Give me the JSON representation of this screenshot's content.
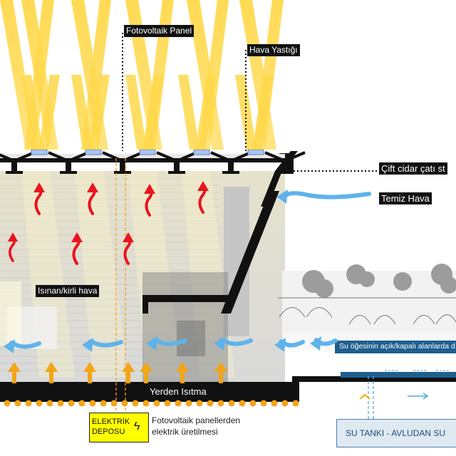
{
  "labels": {
    "pv_panel": "Fotovoltaik Panel",
    "air_cushion": "Hava Yastığı",
    "double_roof": "Çift cidar çatı st",
    "clean_air": "Temiz Hava",
    "heated_air": "Isınan/kirli hava",
    "water_element": "Su öğesinin açık/kapalı alanlarda d",
    "floor_heating": "Yerden Isıtma",
    "pv_note_line1": "Fotovoltaik panellerden",
    "pv_note_line2": "elektrik üretilmesi"
  },
  "electric_storage": {
    "line1": "ELEKTRİK",
    "line2": "DEPOSU",
    "icon": "lightning-bolt-icon"
  },
  "water_tank": {
    "label": "SU TANKI - AVLUDAN SU"
  },
  "colors": {
    "sun_ray": "#ffd84a",
    "hot_air": "#e8141e",
    "fresh_air": "#5fb3ea",
    "heat_arrow": "#f2a516",
    "floor_dot": "#f2a516",
    "water_band": "#1e5f8f",
    "label_bg": "#111111",
    "storage_bg": "#ffff00",
    "guide_line": "#f0a020"
  },
  "icons": {
    "sun_ray": "sun-ray-icon",
    "pv_module": "solar-panel-icon",
    "hot_air": "red-air-arrow-icon",
    "fresh_air": "blue-air-arrow-icon",
    "heat": "heat-up-arrow-icon"
  }
}
